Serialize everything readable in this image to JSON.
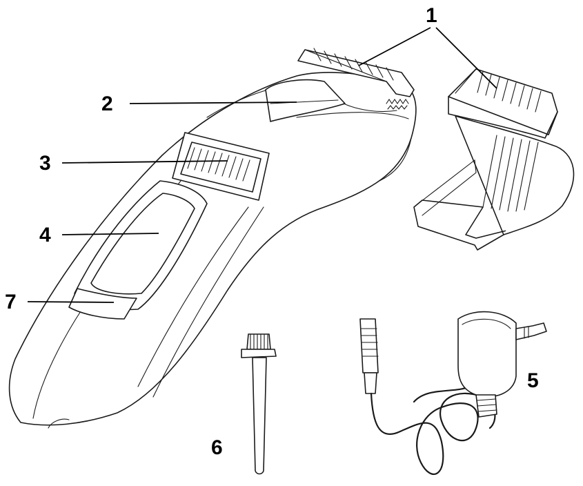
{
  "callouts": {
    "comb_attachment": "1",
    "trimmer_head": "2",
    "length_selector": "3",
    "on_off_button": "4",
    "charging_light": "7",
    "adapter": "5",
    "cleaning_brush": "6"
  }
}
